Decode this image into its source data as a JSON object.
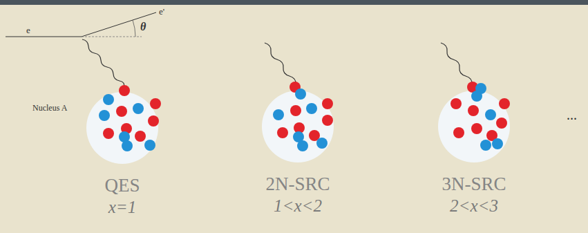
{
  "diagram": {
    "nodes": [
      {
        "text": [
          "QES",
          "x=1"
        ]
      },
      {
        "text": [
          "2N-SRC",
          "1<x<2"
        ]
      },
      {
        "text": [
          "3N-SRC",
          "2<x<3"
        ]
      }
    ],
    "labels": [
      "e",
      "e'",
      "θ",
      "Nucleus A",
      "..."
    ]
  }
}
